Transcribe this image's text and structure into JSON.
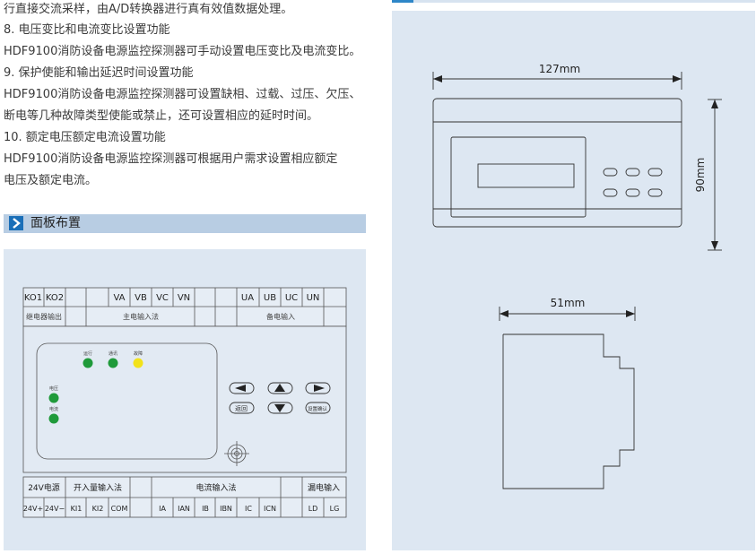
{
  "text_lines": [
    "行直接交流采样，由A/D转换器进行真有效值数据处理。",
    "8. 电压变比和电流变比设置功能",
    "HDF9100消防设备电源监控探测器可手动设置电压变比及电流变比。",
    "9. 保护使能和输出延迟时间设置功能",
    "HDF9100消防设备电源监控探测器可设置缺相、过载、过压、欠压、",
    "断电等几种故障类型使能或禁止，还可设置相应的延时时间。",
    "10. 额定电压额定电流设置功能",
    "HDF9100消防设备电源监控探测器可根据用户需求设置相应额定",
    "电压及额定电流。"
  ],
  "section": {
    "title": "面板布置"
  },
  "panel_layout": {
    "top_row1": [
      "KO1",
      "KO2",
      "",
      "",
      "VA",
      "VB",
      "VC",
      "VN",
      "",
      "",
      "UA",
      "UB",
      "UC",
      "UN",
      ""
    ],
    "top_row2": {
      "relay": "继电器输出",
      "main": "主电输入法",
      "backup": "备电输入"
    },
    "indicators": {
      "run": "运行",
      "comm": "通讯",
      "fault": "故障",
      "voltage": "电压",
      "current": "电流"
    },
    "buttons": {
      "back": "返回",
      "confirm": "设置确认"
    },
    "bottom_row1": {
      "power": "24V电源",
      "switch": "开入量输入法",
      "current": "电流输入法",
      "leak": "漏电输入"
    },
    "bottom_row2": [
      "24V+",
      "24V−",
      "KI1",
      "KI2",
      "COM",
      "",
      "IA",
      "IAN",
      "IB",
      "IBN",
      "IC",
      "ICN",
      "",
      "LD",
      "LG"
    ]
  },
  "dimensions": {
    "width": "127mm",
    "height": "90mm",
    "depth": "51mm"
  },
  "colors": {
    "accent": "#1a6fb8",
    "led_green": "#1f9a3a",
    "led_yellow": "#f2e21a",
    "panel_bg": "#dde7f2"
  }
}
